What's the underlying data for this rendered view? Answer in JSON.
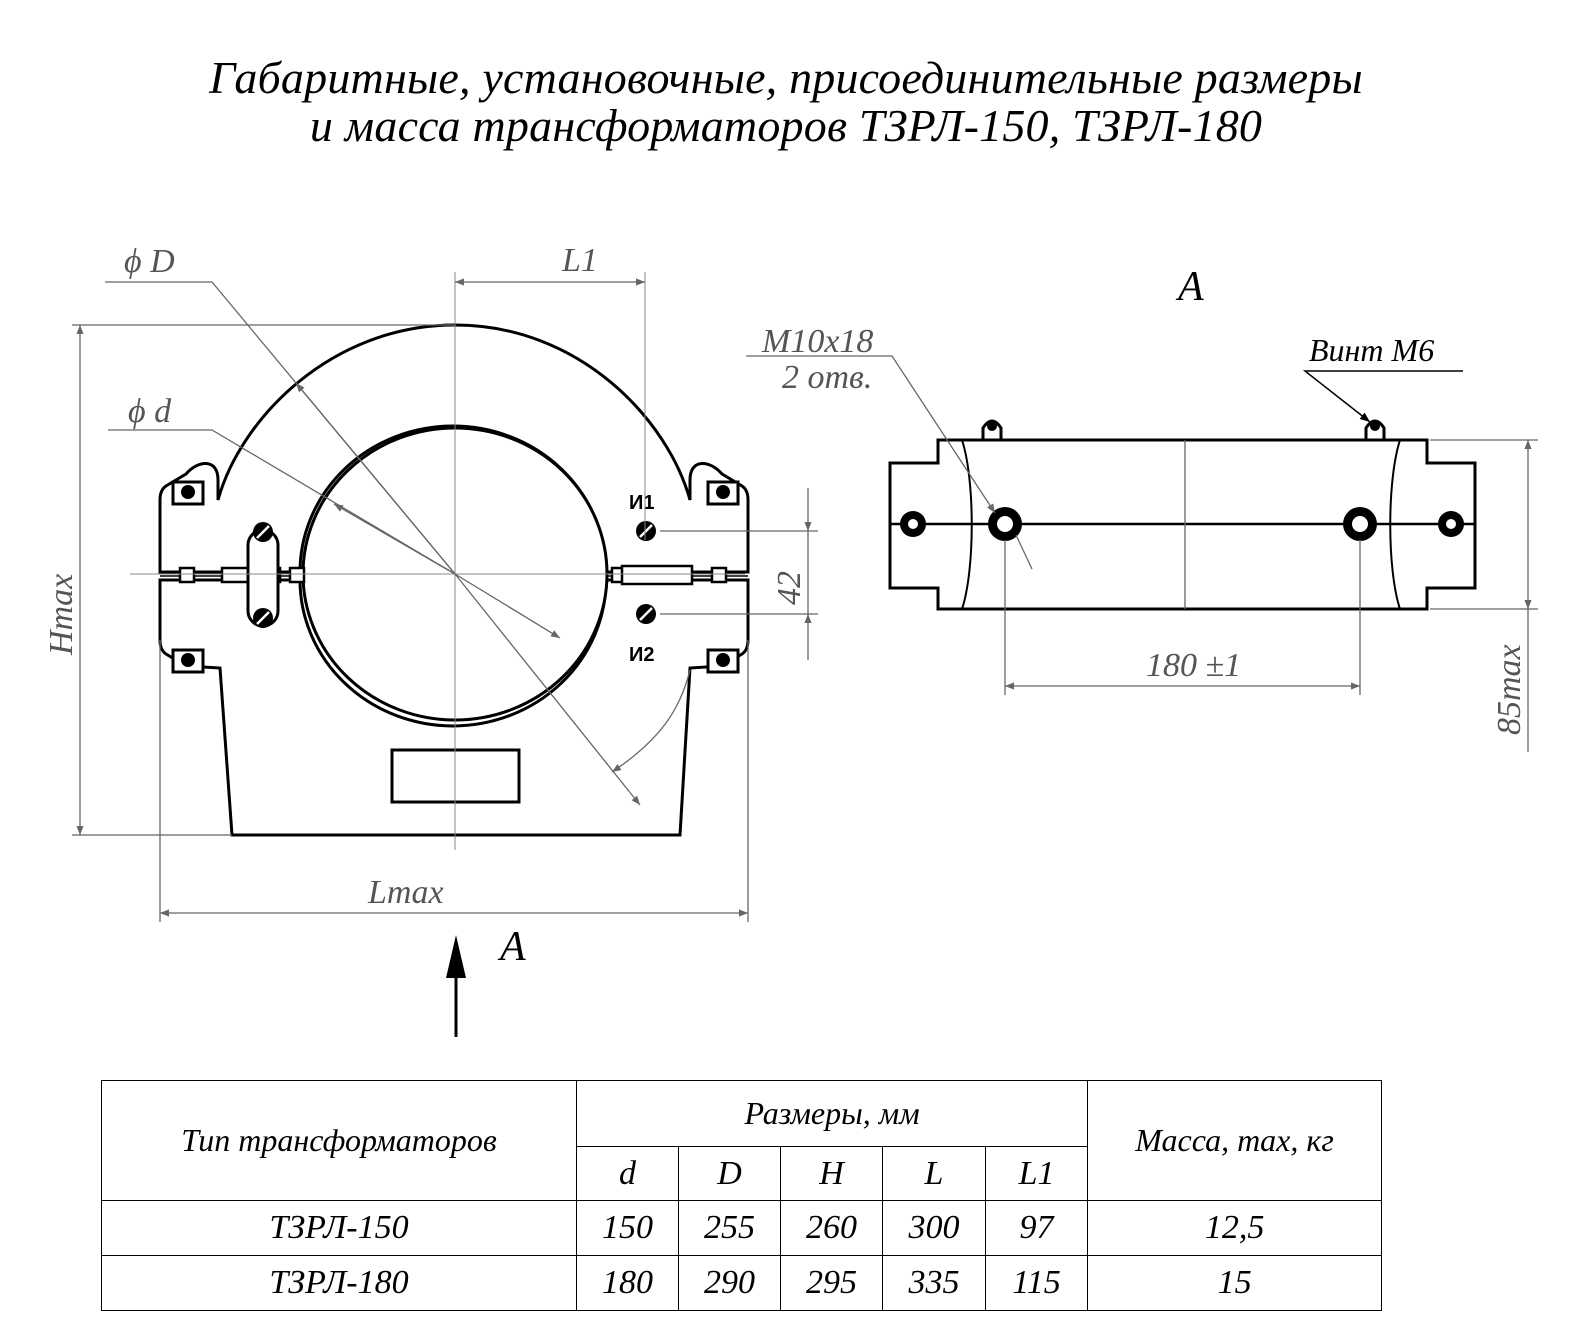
{
  "title": {
    "line1": "Габаритные, установочные, присоединительные размеры",
    "line2": "и масса трансформаторов ТЗРЛ-150, ТЗРЛ-180"
  },
  "front_view": {
    "dim_outer_diameter": "ϕ D",
    "dim_inner_diameter": "ϕ d",
    "dim_l1": "L1",
    "dim_height": "Hmax",
    "dim_length": "Lmax",
    "dim_terminal_spacing": "42",
    "terminal_1": "И1",
    "terminal_2": "И2",
    "view_arrow_label": "A"
  },
  "side_view": {
    "view_label": "A",
    "thread_spec": "M10x18",
    "holes_count": "2 отв.",
    "screw_label": "Винт М6",
    "dim_hole_spacing": "180 ±1",
    "dim_height": "85max"
  },
  "table": {
    "col_type": "Тип трансформаторов",
    "col_dimensions": "Размеры, мм",
    "col_mass": "Масса, max, кг",
    "sub_headers": [
      "d",
      "D",
      "H",
      "L",
      "L1"
    ],
    "rows": [
      {
        "type": "ТЗРЛ-150",
        "d": "150",
        "D": "255",
        "H": "260",
        "L": "300",
        "L1": "97",
        "mass": "12,5"
      },
      {
        "type": "ТЗРЛ-180",
        "d": "180",
        "D": "290",
        "H": "295",
        "L": "335",
        "L1": "115",
        "mass": "15"
      }
    ]
  }
}
